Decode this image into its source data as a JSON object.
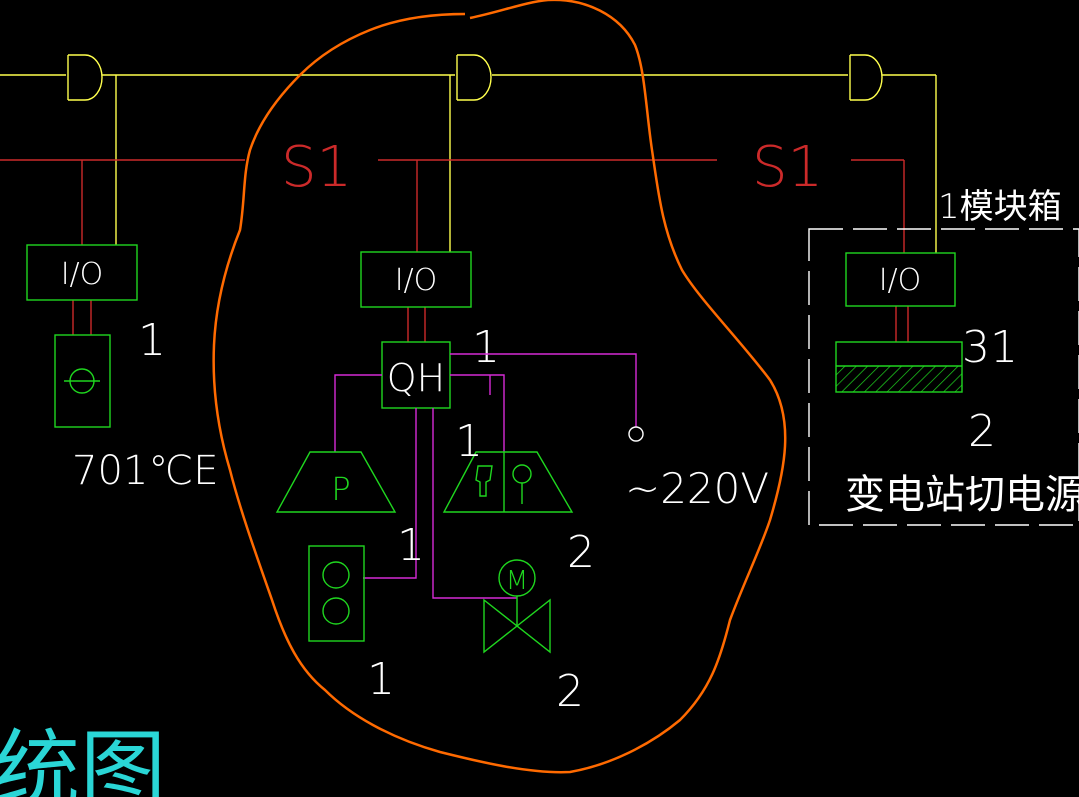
{
  "colors": {
    "background": "#000000",
    "bus_line": "#ffff4d",
    "signal_line": "#cc2a2a",
    "device": "#1fd61f",
    "feed_wire": "#d62ad6",
    "text_white": "#ffffff",
    "dashed_box": "#ffffff",
    "markup_cloud": "#ff6a00",
    "cyan_text": "#2ad6d6"
  },
  "bus_labels": {
    "s1_left": "S1",
    "s1_right": "S1"
  },
  "io_modules": {
    "left": "I/O",
    "center": "I/O",
    "right": "I/O"
  },
  "left_branch": {
    "device_count": "1",
    "device_code": "701℃E"
  },
  "center_branch": {
    "controller_label": "QH",
    "controller_count": "1",
    "speaker_label": "P",
    "combo_count": "1",
    "combo_count_2": "2",
    "signal_light_count_a": "1",
    "signal_light_count_b": "1",
    "valve_label": "M",
    "valve_count": "2",
    "supply_label": "~220V"
  },
  "right_branch": {
    "box_title": "1模块箱",
    "device_count_a": "31",
    "device_count_b": "2",
    "caption": "变电站切电源"
  },
  "corner_text": "统图"
}
